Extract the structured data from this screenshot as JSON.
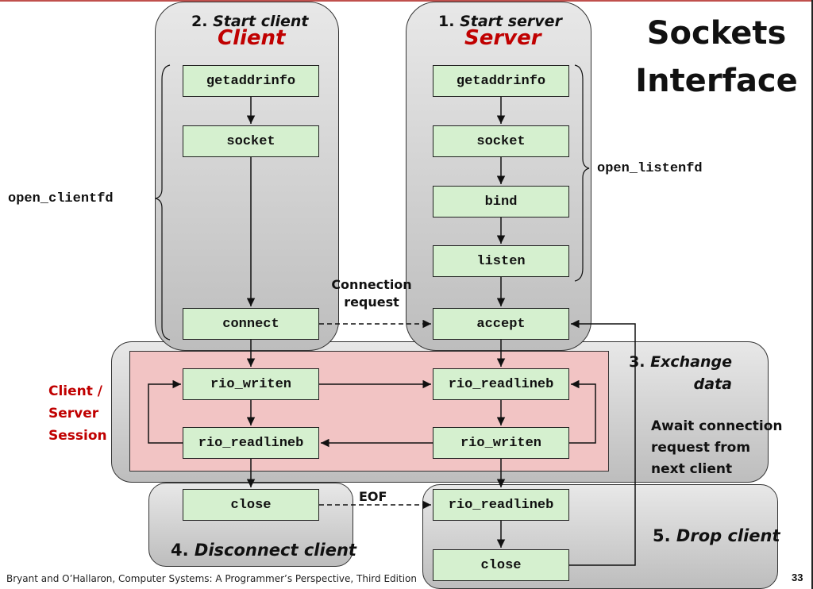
{
  "slide": {
    "title_line1": "Sockets",
    "title_line2": "Interface",
    "footer": "Bryant and O’Hallaron, Computer Systems: A Programmer’s Perspective, Third Edition",
    "page_number": "33",
    "accent_color": "#c00000"
  },
  "client": {
    "phase": {
      "num": "2.",
      "text": "Start client"
    },
    "heading": "Client",
    "bracket_label": "open_clientfd",
    "steps": [
      "getaddrinfo",
      "socket",
      "connect"
    ]
  },
  "server": {
    "phase": {
      "num": "1.",
      "text": "Start server"
    },
    "heading": "Server",
    "bracket_label": "open_listenfd",
    "steps": [
      "getaddrinfo",
      "socket",
      "bind",
      "listen",
      "accept"
    ]
  },
  "connection_label_line1": "Connection",
  "connection_label_line2": "request",
  "session": {
    "label_lines": [
      "Client /",
      "Server",
      "Session"
    ],
    "phase": {
      "num": "3.",
      "text_line1": "Exchange",
      "text_line2": "data"
    },
    "client_steps": [
      "rio_writen",
      "rio_readlineb"
    ],
    "server_steps": [
      "rio_readlineb",
      "rio_writen"
    ],
    "await_lines": [
      "Await connection",
      "request from",
      "next client"
    ]
  },
  "disconnect": {
    "phase": {
      "num": "4.",
      "text": "Disconnect client"
    },
    "step": "close",
    "eof_label": "EOF"
  },
  "drop": {
    "phase": {
      "num": "5.",
      "text": "Drop client"
    },
    "steps": [
      "rio_readlineb",
      "close"
    ]
  }
}
